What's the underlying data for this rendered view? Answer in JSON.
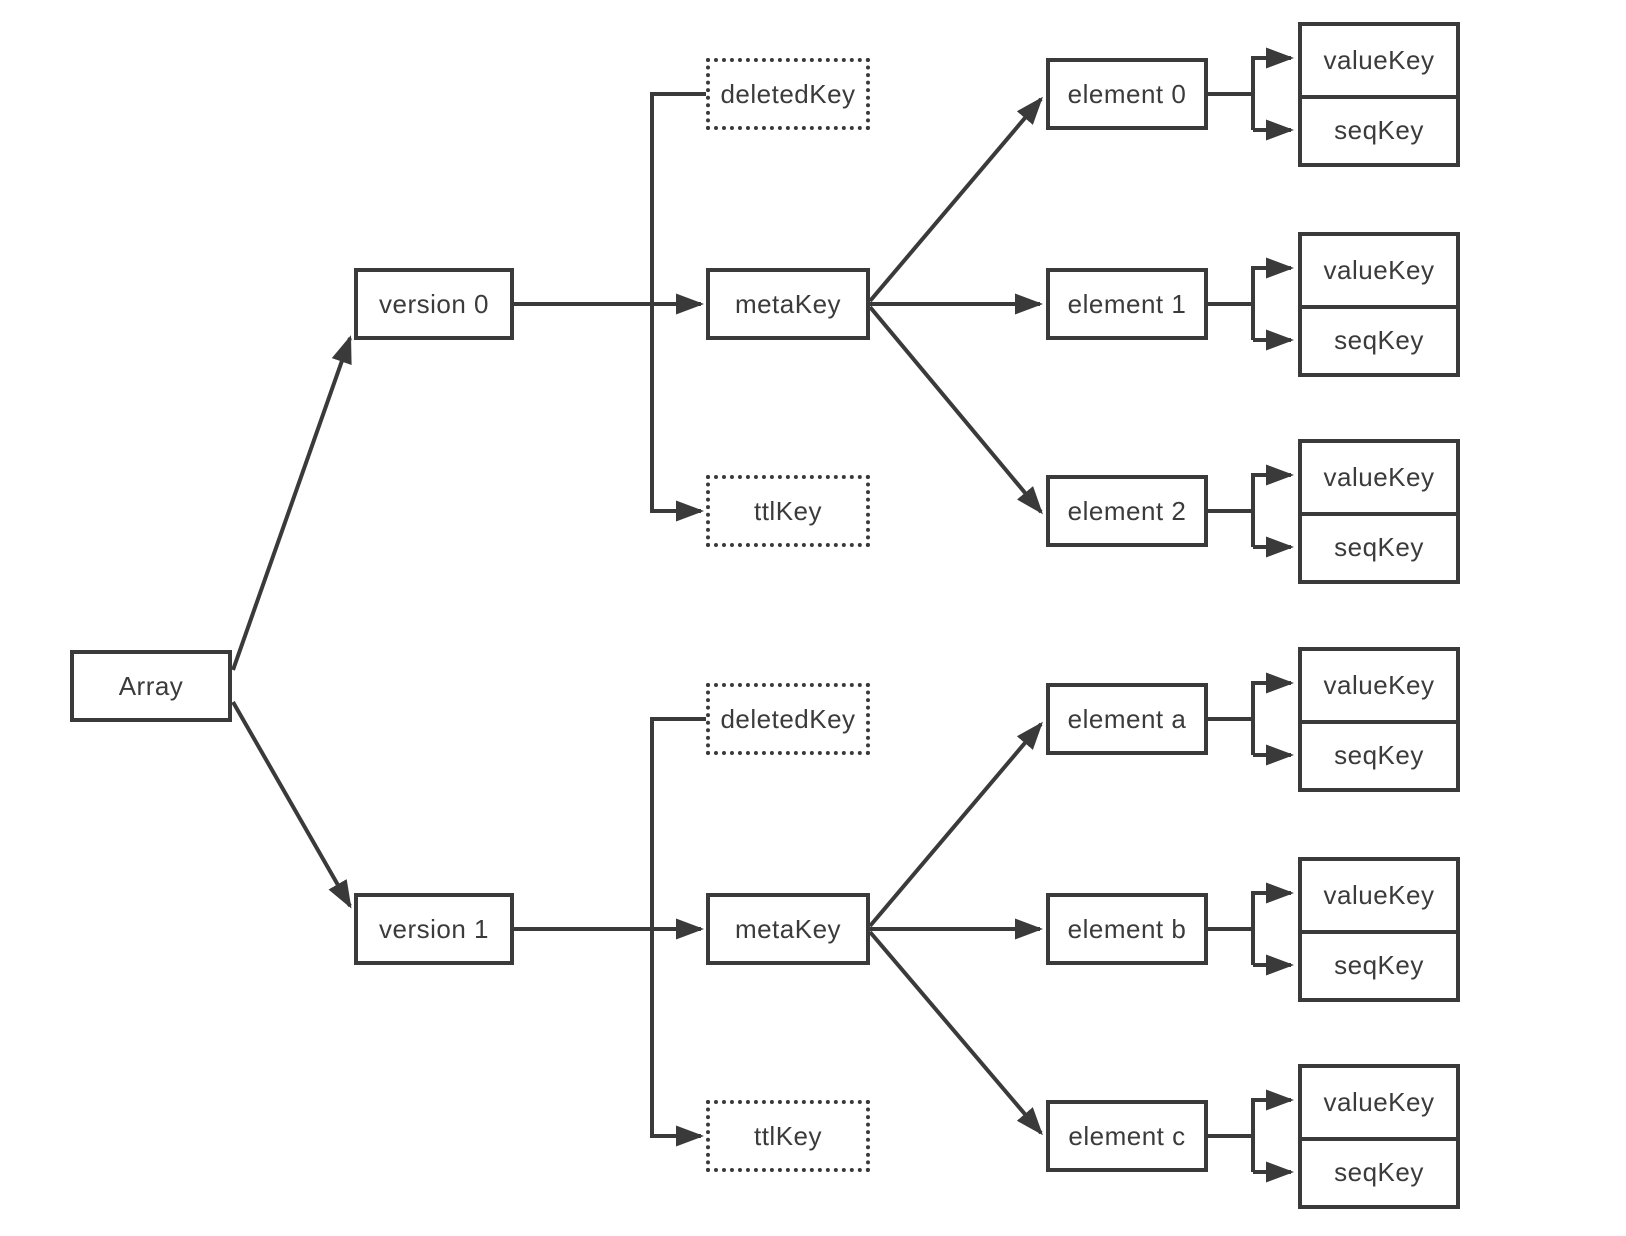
{
  "style": {
    "line_color": "#3a3a3a",
    "text_color": "#3b3b3b",
    "background_color": "#ffffff"
  },
  "diagram": {
    "root": {
      "label": "Array"
    },
    "versions": [
      {
        "label": "version 0",
        "keys": {
          "deleted": "deletedKey",
          "meta": "metaKey",
          "ttl": "ttlKey"
        },
        "elements": [
          {
            "label": "element 0",
            "children": {
              "value": "valueKey",
              "seq": "seqKey"
            }
          },
          {
            "label": "element 1",
            "children": {
              "value": "valueKey",
              "seq": "seqKey"
            }
          },
          {
            "label": "element 2",
            "children": {
              "value": "valueKey",
              "seq": "seqKey"
            }
          }
        ]
      },
      {
        "label": "version 1",
        "keys": {
          "deleted": "deletedKey",
          "meta": "metaKey",
          "ttl": "ttlKey"
        },
        "elements": [
          {
            "label": "element a",
            "children": {
              "value": "valueKey",
              "seq": "seqKey"
            }
          },
          {
            "label": "element b",
            "children": {
              "value": "valueKey",
              "seq": "seqKey"
            }
          },
          {
            "label": "element c",
            "children": {
              "value": "valueKey",
              "seq": "seqKey"
            }
          }
        ]
      }
    ]
  }
}
